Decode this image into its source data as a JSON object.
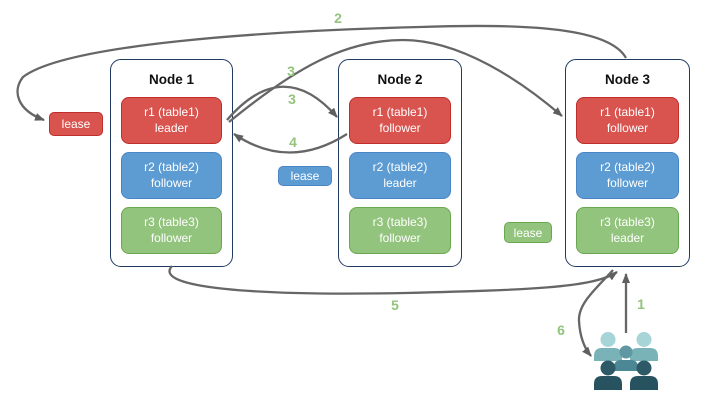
{
  "nodes": [
    {
      "title": "Node 1",
      "replicas": [
        {
          "label": "r1 (table1)",
          "role": "leader"
        },
        {
          "label": "r2 (table2)",
          "role": "follower"
        },
        {
          "label": "r3 (table3)",
          "role": "follower"
        }
      ]
    },
    {
      "title": "Node 2",
      "replicas": [
        {
          "label": "r1 (table1)",
          "role": "follower"
        },
        {
          "label": "r2 (table2)",
          "role": "leader"
        },
        {
          "label": "r3 (table3)",
          "role": "follower"
        }
      ]
    },
    {
      "title": "Node 3",
      "replicas": [
        {
          "label": "r1 (table1)",
          "role": "follower"
        },
        {
          "label": "r2 (table2)",
          "role": "follower"
        },
        {
          "label": "r3 (table3)",
          "role": "leader"
        }
      ]
    }
  ],
  "leases": [
    {
      "label": "lease",
      "color": "#d9534f"
    },
    {
      "label": "lease",
      "color": "#5d9cd3"
    },
    {
      "label": "lease",
      "color": "#93c47d"
    }
  ],
  "steps": [
    {
      "number": "1"
    },
    {
      "number": "2"
    },
    {
      "number": "3"
    },
    {
      "number": "3"
    },
    {
      "number": "4"
    },
    {
      "number": "5"
    },
    {
      "number": "6"
    }
  ],
  "icons": {
    "clients": "users-group-icon"
  },
  "colors": {
    "replica_red": "#d9534f",
    "replica_red_border": "#bf2e29",
    "replica_blue": "#5d9cd3",
    "replica_blue_border": "#4a86c6",
    "replica_green": "#93c47d",
    "replica_green_border": "#6aa84f",
    "node_border": "#203a61",
    "arrow": "#666666",
    "step_number": "#93c47d",
    "clients_light": "#79b3b8",
    "clients_light_head": "#a7d4d7",
    "clients_mid": "#4c8795",
    "clients_dark": "#27525f"
  }
}
